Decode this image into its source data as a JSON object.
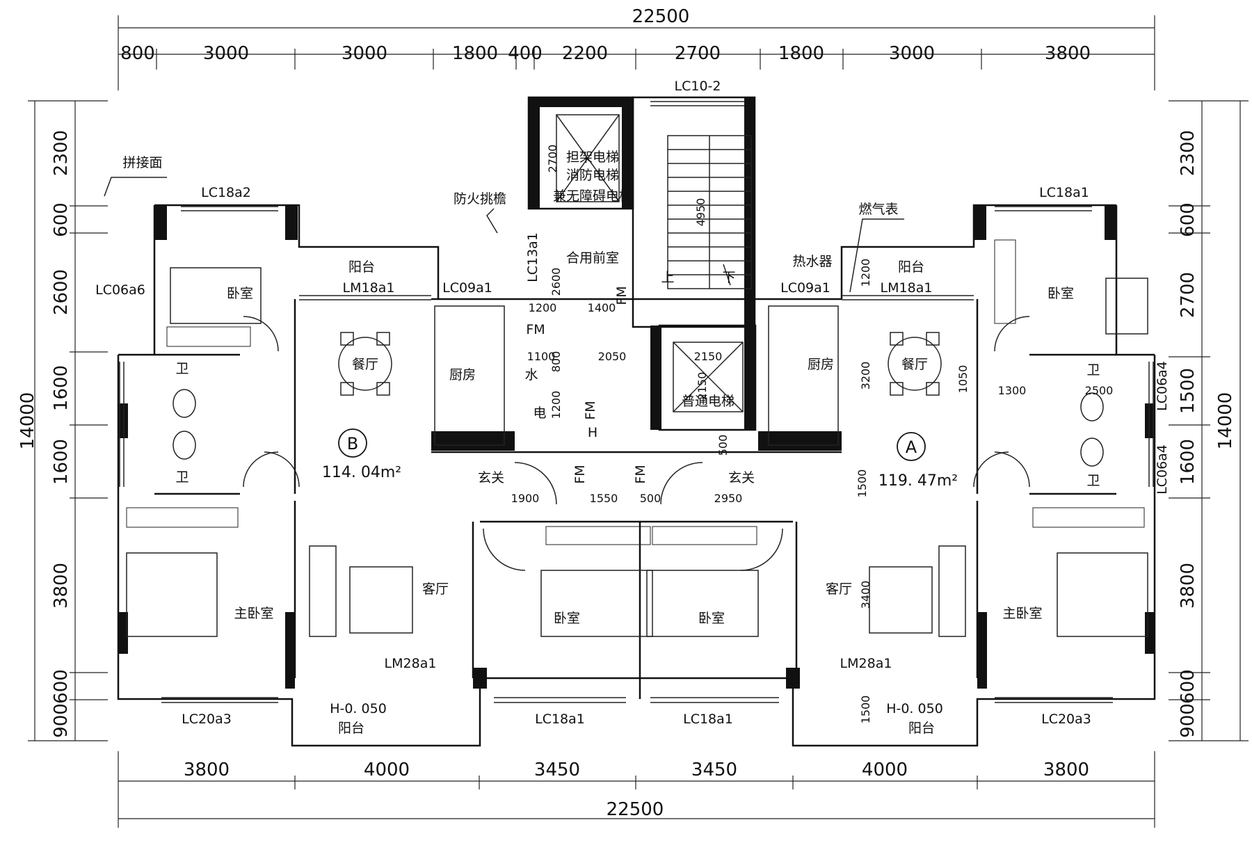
{
  "overall": {
    "top_total": "22500",
    "bottom_total": "22500",
    "left_total": "14000",
    "right_total": "14000"
  },
  "top_segments": [
    "800",
    "3000",
    "3000",
    "1800",
    "400",
    "2200",
    "2700",
    "1800",
    "3000",
    "3800"
  ],
  "bottom_segments": [
    "3800",
    "4000",
    "3450",
    "3450",
    "4000",
    "3800"
  ],
  "left_segments": [
    "2300",
    "600",
    "2600",
    "1600",
    "1600",
    "3800",
    "600",
    "900"
  ],
  "right_segments": [
    "2300",
    "600",
    "2700",
    "1500",
    "1600",
    "3800",
    "600",
    "900"
  ],
  "units": {
    "B": {
      "label": "B",
      "area": "114. 04m²"
    },
    "A": {
      "label": "A",
      "area": "119. 47m²"
    }
  },
  "rooms": {
    "bedroom": "卧室",
    "balcony": "阳台",
    "dining": "餐厅",
    "kitchen": "厨房",
    "bath": "卫",
    "master": "主卧室",
    "living": "客厅",
    "foyer": "玄关",
    "shared_lobby": "合用前室",
    "elevator_fire": [
      "担架电梯",
      "消防电梯",
      "兼无障碍电梯"
    ],
    "elevator_normal": "普通电梯",
    "water": "水",
    "elec": "电",
    "up": "上",
    "down": "下"
  },
  "annotations": {
    "splice_face": "拼接面",
    "fire_eave": "防火挑檐",
    "gas_meter": "燃气表",
    "water_heater": "热水器",
    "fm": "FM",
    "h": "H",
    "level_b": "H-0. 050",
    "level_a": "H-0. 050"
  },
  "window_tags": {
    "lc10_2": "LC10-2",
    "lc18a2": "LC18a2",
    "lc18a1_top": "LC18a1",
    "lc06a6": "LC06a6",
    "lm18a1_l": "LM18a1",
    "lm18a1_r": "LM18a1",
    "lc09a1_l": "LC09a1",
    "lc09a1_r": "LC09a1",
    "lc13a1": "LC13a1",
    "lc06a4_1": "LC06a4",
    "lc06a4_2": "LC06a4",
    "lm28a1_l": "LM28a1",
    "lm28a1_r": "LM28a1",
    "lc20a3_l": "LC20a3",
    "lc20a3_r": "LC20a3",
    "lc18a1_b1": "LC18a1",
    "lc18a1_b2": "LC18a1"
  },
  "inner_dims": {
    "d2700": "2700",
    "d4950": "4950",
    "d2600": "2600",
    "d1200a": "1200",
    "d1400": "1400",
    "d1100": "1100",
    "d800": "800",
    "d2050": "2050",
    "d1200b": "1200",
    "d2150a": "2150",
    "d2150b": "2150",
    "d500a": "500",
    "d1200c": "1200",
    "d3200": "3200",
    "d1050": "1050",
    "d1300": "1300",
    "d2500": "2500",
    "d1500a": "1500",
    "d1900": "1900",
    "d1550": "1550",
    "d500b": "500",
    "d2950": "2950",
    "d3400": "3400",
    "d1500b": "1500"
  }
}
